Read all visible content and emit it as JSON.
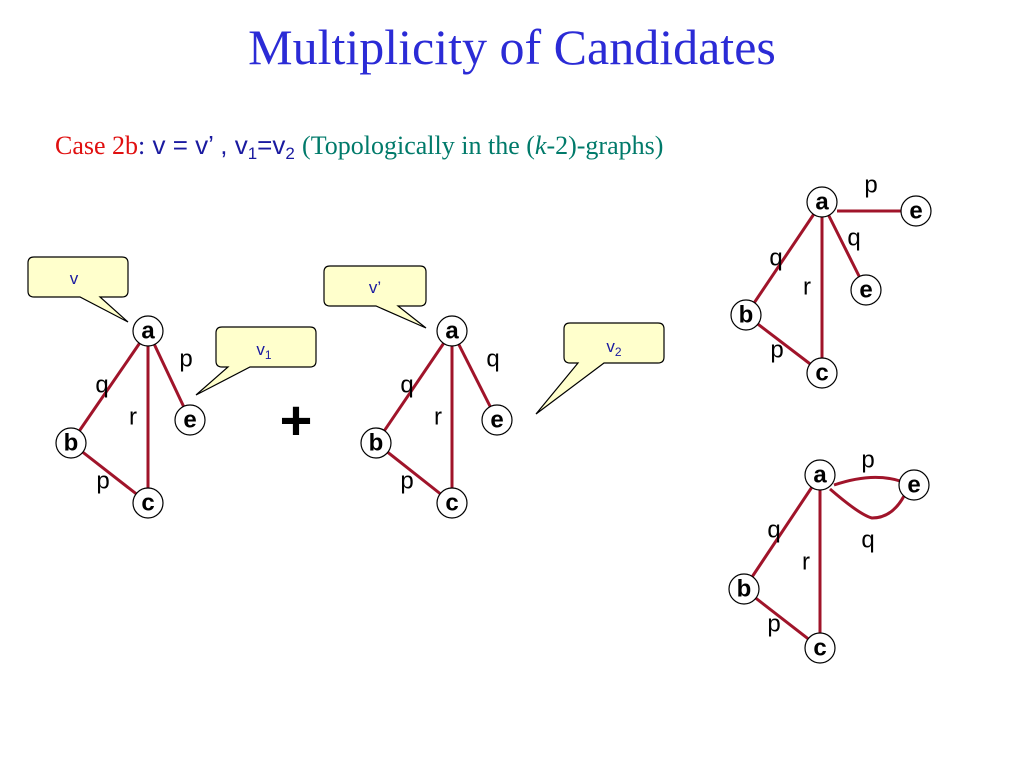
{
  "title": "Multiplicity of Candidates",
  "subtitle": {
    "case": "Case 2b",
    "colon": ":",
    "v": "v",
    "eq": "=",
    "vprime": "v’",
    "comma": ",",
    "v1_base": "v",
    "v1_sub": "1",
    "eq2": "=",
    "v2_base": "v",
    "v2_sub": "2",
    "paren_open": "(Topologically in the (",
    "k": "k",
    "paren_close": "-2)-graphs)"
  },
  "plus": "+",
  "colors": {
    "title": "#2b2bd6",
    "edge": "#a0142a",
    "callout_fill": "#ffffcc",
    "case": "#e01010",
    "teal": "#007a6a"
  },
  "callouts": [
    {
      "id": "v",
      "base": "v",
      "sub": ""
    },
    {
      "id": "v1",
      "base": "v",
      "sub": "1"
    },
    {
      "id": "vprime",
      "base": "v’",
      "sub": ""
    },
    {
      "id": "v2",
      "base": "v",
      "sub": "2"
    }
  ],
  "graphs": [
    {
      "id": "graph-v",
      "nodes": [
        "a",
        "b",
        "c",
        "e"
      ],
      "edges": [
        {
          "from": "a",
          "to": "b",
          "label": "q"
        },
        {
          "from": "a",
          "to": "c",
          "label": "r"
        },
        {
          "from": "b",
          "to": "c",
          "label": "p"
        },
        {
          "from": "a",
          "to": "e",
          "label": "p"
        }
      ]
    },
    {
      "id": "graph-vprime",
      "nodes": [
        "a",
        "b",
        "c",
        "e"
      ],
      "edges": [
        {
          "from": "a",
          "to": "b",
          "label": "q"
        },
        {
          "from": "a",
          "to": "c",
          "label": "r"
        },
        {
          "from": "b",
          "to": "c",
          "label": "p"
        },
        {
          "from": "a",
          "to": "e",
          "label": "q"
        }
      ]
    },
    {
      "id": "graph-candidate-1",
      "nodes": [
        "a",
        "b",
        "c",
        "e",
        "e"
      ],
      "edges": [
        {
          "from": "a",
          "to": "b",
          "label": "q"
        },
        {
          "from": "a",
          "to": "c",
          "label": "r"
        },
        {
          "from": "b",
          "to": "c",
          "label": "p"
        },
        {
          "from": "a",
          "to": "e",
          "label": "p"
        },
        {
          "from": "a",
          "to": "e",
          "label": "q"
        }
      ]
    },
    {
      "id": "graph-candidate-2",
      "nodes": [
        "a",
        "b",
        "c",
        "e"
      ],
      "edges": [
        {
          "from": "a",
          "to": "b",
          "label": "q"
        },
        {
          "from": "a",
          "to": "c",
          "label": "r"
        },
        {
          "from": "b",
          "to": "c",
          "label": "p"
        },
        {
          "from": "a",
          "to": "e",
          "label": "p"
        },
        {
          "from": "a",
          "to": "e",
          "label": "q"
        }
      ]
    }
  ]
}
